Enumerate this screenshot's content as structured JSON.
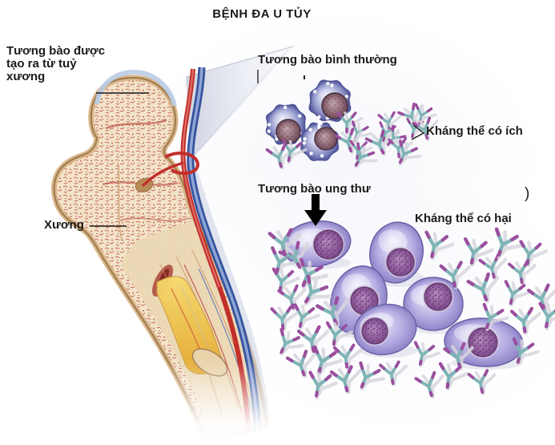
{
  "title": "BỆNH ĐA U TỦY",
  "annotations": {
    "plasma_origin": "Tương bào được tạo ra từ tuỷ xương",
    "bone": "Xương",
    "normal_plasma": "Tương bào bình thường",
    "useful_antibody": "Kháng thể có ích",
    "cancer_plasma": "Tương bào ung thư",
    "harmful_antibody": "Kháng thể có hại",
    "stray_paren": ")"
  },
  "figure": {
    "normal_plasma_cell_count": 3,
    "cancer_plasma_cell_count": 6
  },
  "colors": {
    "background": "#ffffff",
    "text": "#1b1b1b",
    "antibody_teal": "#7fb4b6",
    "antibody_purple": "#9a4f9e",
    "antibody_shadow": "#d6d6dd",
    "normal_cell_edge": "#4d5296",
    "normal_nucleus": "#6d4a58",
    "cancer_cell_edge": "#6b62a8",
    "cancer_cell_body": "#b2a9e0",
    "cancer_nucleus": "#8f5f9d",
    "bone_cortex": "#d9b68a",
    "bone_outline": "#9c7a4e",
    "bone_interior": "#f3e4c9",
    "trabecular_red": "#c25b52",
    "cartilage_blue": "#b9cce6",
    "marrow_yellow": "#eec045",
    "artery_red": "#c22f2b",
    "vein_blue": "#35539e",
    "beam_gray": "#a7adc6"
  }
}
